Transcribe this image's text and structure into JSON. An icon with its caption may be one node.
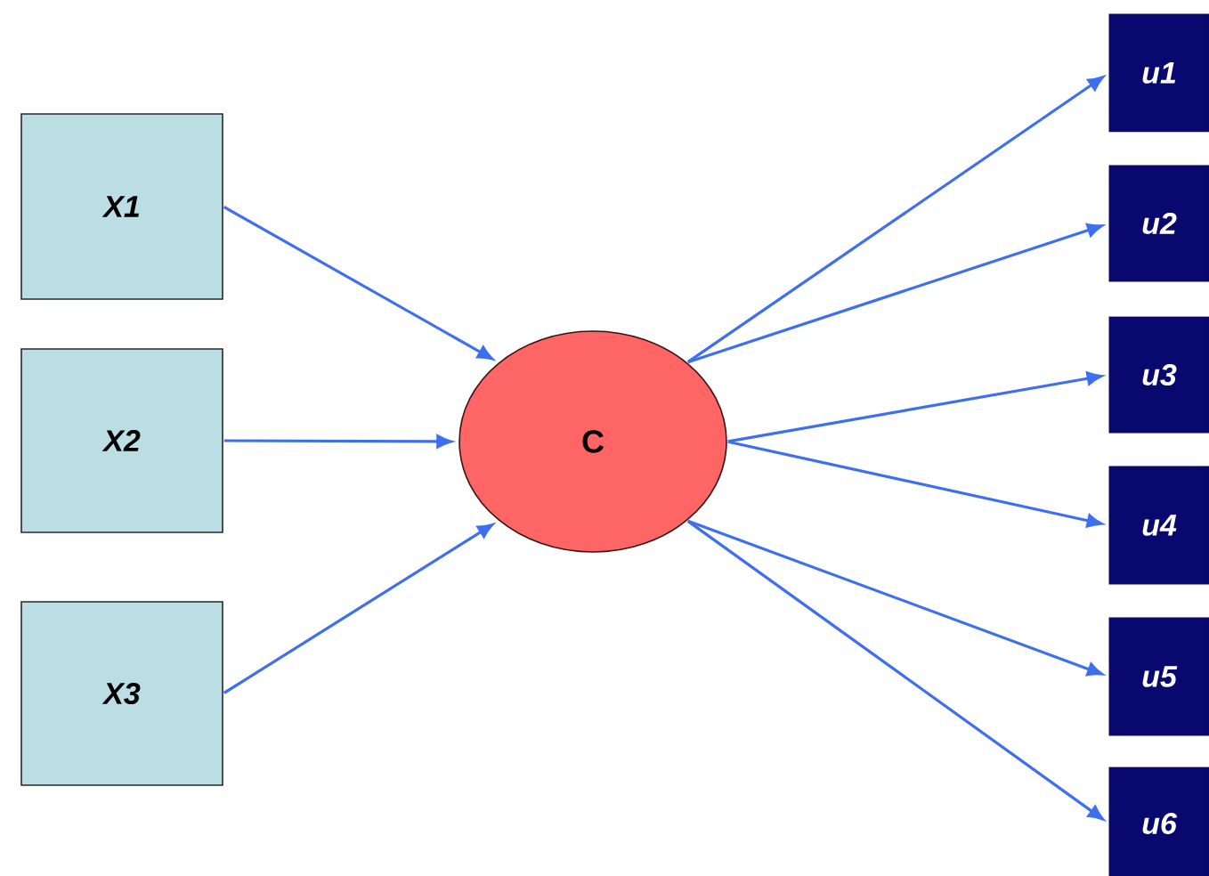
{
  "diagram": {
    "nodes": [
      {
        "text": [
          "X1"
        ]
      },
      {
        "text": [
          "X2"
        ]
      },
      {
        "text": [
          "X3"
        ]
      },
      {
        "text": [
          "C"
        ]
      },
      {
        "text": [
          "u1"
        ]
      },
      {
        "text": [
          "u2"
        ]
      },
      {
        "text": [
          "u3"
        ]
      },
      {
        "text": [
          "u4"
        ]
      },
      {
        "text": [
          "u5"
        ]
      },
      {
        "text": [
          "u6"
        ]
      }
    ],
    "edges": [
      {
        "from": 0,
        "to": 3,
        "arrow": "to"
      },
      {
        "from": 1,
        "to": 3,
        "arrow": "to"
      },
      {
        "from": 2,
        "to": 3,
        "arrow": "to"
      },
      {
        "from": 3,
        "to": 4,
        "arrow": "to"
      },
      {
        "from": 3,
        "to": 5,
        "arrow": "to"
      },
      {
        "from": 3,
        "to": 6,
        "arrow": "to"
      },
      {
        "from": 3,
        "to": 7,
        "arrow": "to"
      },
      {
        "from": 3,
        "to": 8,
        "arrow": "to"
      },
      {
        "from": 3,
        "to": 9,
        "arrow": "to"
      }
    ]
  }
}
